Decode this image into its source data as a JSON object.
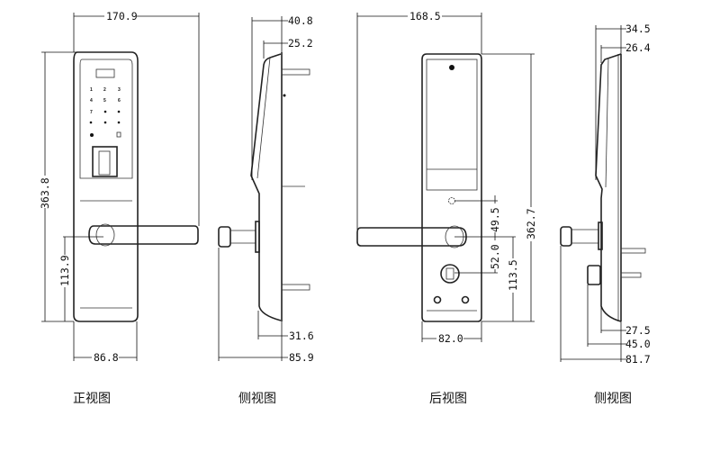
{
  "views": {
    "front": {
      "caption": "正视图",
      "dims": {
        "overall_width": "170.9",
        "height": "363.8",
        "handle_height": "113.9",
        "body_width": "86.8"
      },
      "keypad_labels": [
        "1",
        "2",
        "3",
        "4",
        "5",
        "6",
        "7"
      ]
    },
    "side_front": {
      "caption": "侧视图",
      "dims": {
        "top_depth": "40.8",
        "top_inner": "25.2",
        "bottom_depth": "31.6",
        "overall_depth": "85.9"
      }
    },
    "back": {
      "caption": "后视图",
      "dims": {
        "overall_width": "168.5",
        "height": "362.7",
        "body_width": "82.0",
        "knob_to_spindle": "49.5",
        "spindle_to_turn": "52.0",
        "handle_height": "113.5"
      }
    },
    "side_back": {
      "caption": "侧视图",
      "dims": {
        "top_depth": "34.5",
        "top_inner": "26.4",
        "bottom_inner": "27.5",
        "bottom_mid": "45.0",
        "overall_depth": "81.7"
      }
    }
  }
}
